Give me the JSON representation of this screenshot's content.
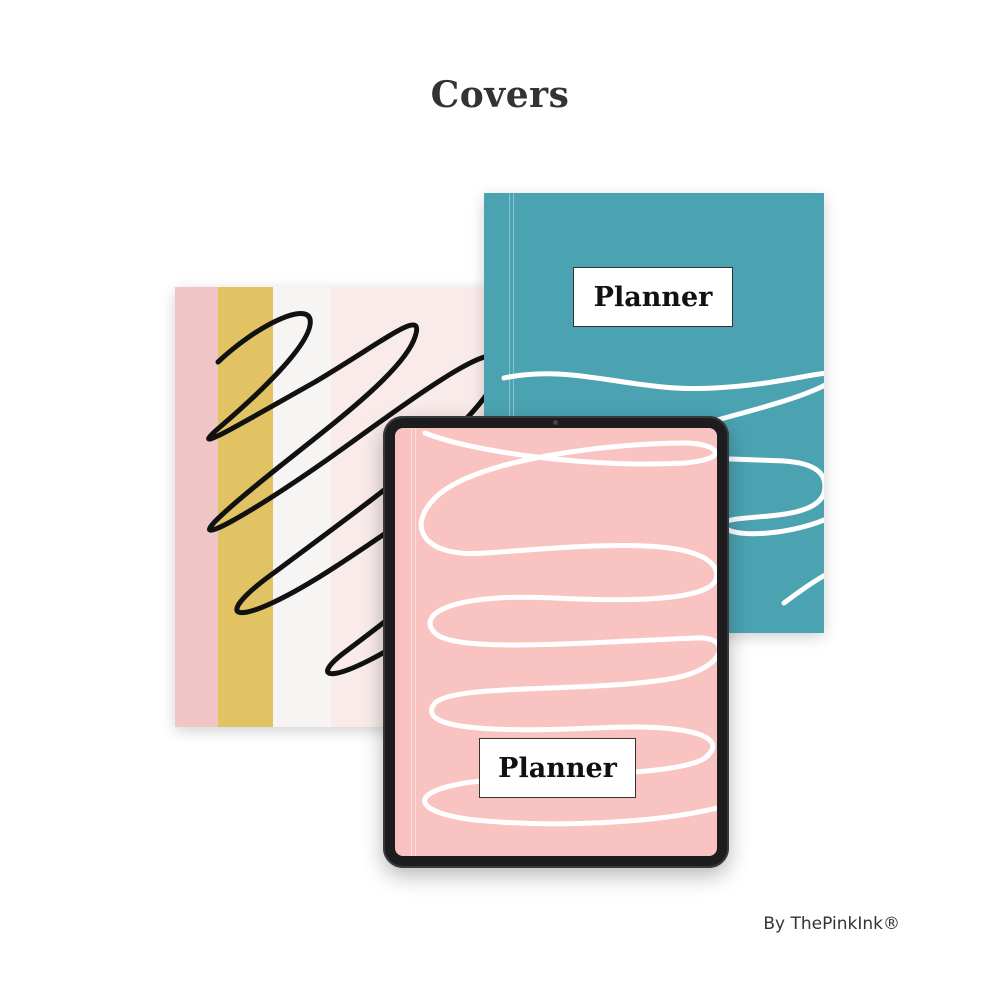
{
  "page": {
    "title": "Covers"
  },
  "covers": [
    {
      "name": "striped-cover",
      "colors": {
        "pink": "#efc6c5",
        "mustard": "#e1c364",
        "offwhite": "#f7f5f4",
        "blush": "#f9ebea",
        "scribble": "#111111"
      }
    },
    {
      "name": "teal-cover",
      "label": "Planner",
      "colors": {
        "background": "#4ba3b2",
        "scribble": "#ffffff"
      }
    },
    {
      "name": "tablet-pink-cover",
      "label": "Planner",
      "colors": {
        "background": "#f8c3c0",
        "scribble": "#ffffff",
        "device": "#1d1d1f"
      }
    }
  ],
  "footer": {
    "brand": "By ThePinkInk®"
  }
}
